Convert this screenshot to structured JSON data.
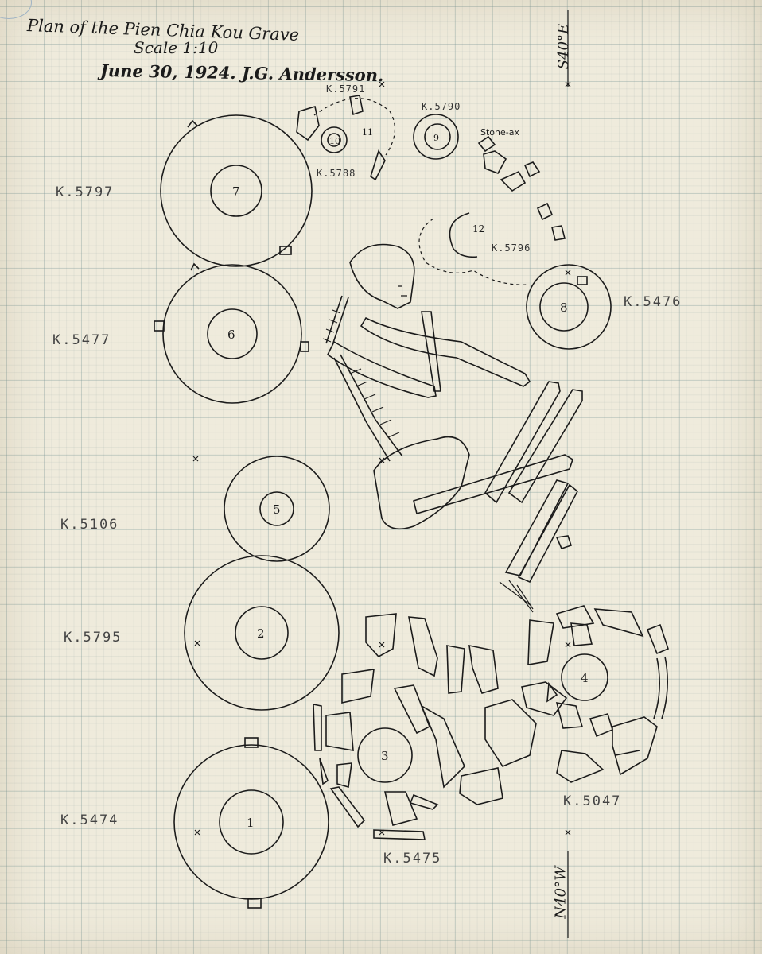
{
  "heading": {
    "title": "Plan of the Pien Chia Kou Grave",
    "scale": "Scale 1:10",
    "date_author": "June 30, 1924. J.G. Andersson."
  },
  "orientation": {
    "top": "S40°E",
    "bottom": "N40°W"
  },
  "catalog_labels": {
    "k5797": "K.5797",
    "k5477": "K.5477",
    "k5106": "K.5106",
    "k5795": "K.5795",
    "k5474": "K.5474",
    "k5476": "K.5476",
    "k5047": "K.5047",
    "k5475": "K.5475",
    "k5791": "K.5791",
    "k5790": "K.5790",
    "k5788": "K.5788",
    "k5796": "K.5796"
  },
  "vessel_numbers": {
    "v1": "1",
    "v2": "2",
    "v3": "3",
    "v4": "4",
    "v5": "5",
    "v6": "6",
    "v7": "7",
    "v8": "8",
    "v9": "9",
    "v10": "10",
    "v11": "11",
    "v12": "12"
  },
  "annotation": {
    "stone_ax": "Stone-ax"
  }
}
